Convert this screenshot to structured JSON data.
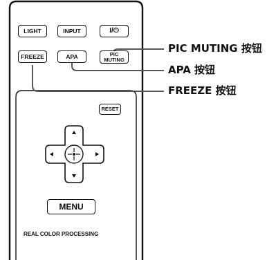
{
  "remote": {
    "buttons": {
      "light": "LIGHT",
      "input": "INPUT",
      "power": "I/⏻",
      "freeze": "FREEZE",
      "apa": "APA",
      "pic_muting_line1": "PIC",
      "pic_muting_line2": "MUTING",
      "reset": "RESET",
      "menu": "MENU"
    },
    "footer_label": "REAL COLOR PROCESSING"
  },
  "callouts": {
    "pic_muting": "PIC MUTING 按钮",
    "apa": "APA 按钮",
    "freeze": "FREEZE 按钮"
  }
}
